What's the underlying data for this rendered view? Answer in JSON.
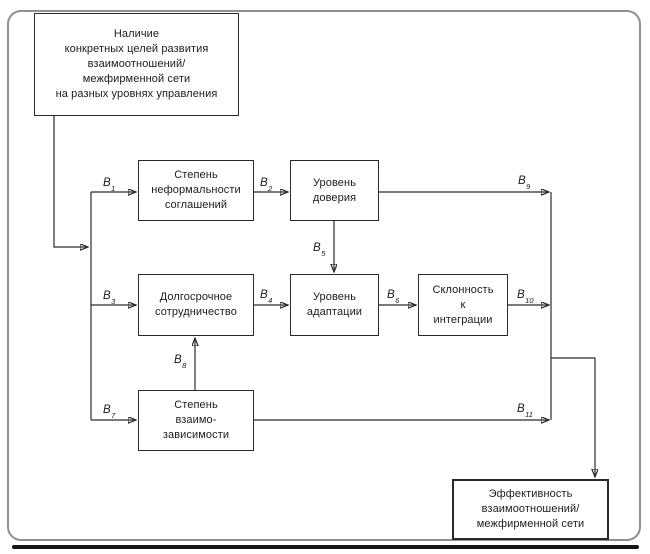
{
  "nodes": {
    "goal": {
      "lines": [
        "Наличие",
        "конкретных целей развития",
        "взаимоотношений/",
        "межфирменной сети",
        "на разных уровнях управления"
      ]
    },
    "informality": {
      "lines": [
        "Степень",
        "неформальности",
        "соглашений"
      ]
    },
    "trust": {
      "lines": [
        "Уровень",
        "доверия"
      ]
    },
    "longterm": {
      "lines": [
        "Долгосрочное",
        "сотрудничество"
      ]
    },
    "adaptation": {
      "lines": [
        "Уровень",
        "адаптации"
      ]
    },
    "integration": {
      "lines": [
        "Склонность",
        "к",
        "интеграции"
      ]
    },
    "interdependence": {
      "lines": [
        "Степень",
        "взаимо-",
        "зависимости"
      ]
    },
    "effectiveness": {
      "lines": [
        "Эффективность",
        "взаимоотношений/",
        "межфирменной сети"
      ]
    }
  },
  "edge_labels": {
    "b1": {
      "base": "B",
      "sub": "1"
    },
    "b2": {
      "base": "B",
      "sub": "2"
    },
    "b3": {
      "base": "B",
      "sub": "3"
    },
    "b4": {
      "base": "B",
      "sub": "4"
    },
    "b5": {
      "base": "B",
      "sub": "5"
    },
    "b6": {
      "base": "B",
      "sub": "6"
    },
    "b7": {
      "base": "B",
      "sub": "7"
    },
    "b8": {
      "base": "B",
      "sub": "8"
    },
    "b9": {
      "base": "B",
      "sub": "9"
    },
    "b10": {
      "base": "B",
      "sub": "10"
    },
    "b11": {
      "base": "B",
      "sub": "11"
    }
  },
  "colors": {
    "line": "#2b2b2b",
    "frame_border": "#8f8f8f",
    "page_edge": "#141414",
    "background": "#ffffff"
  }
}
